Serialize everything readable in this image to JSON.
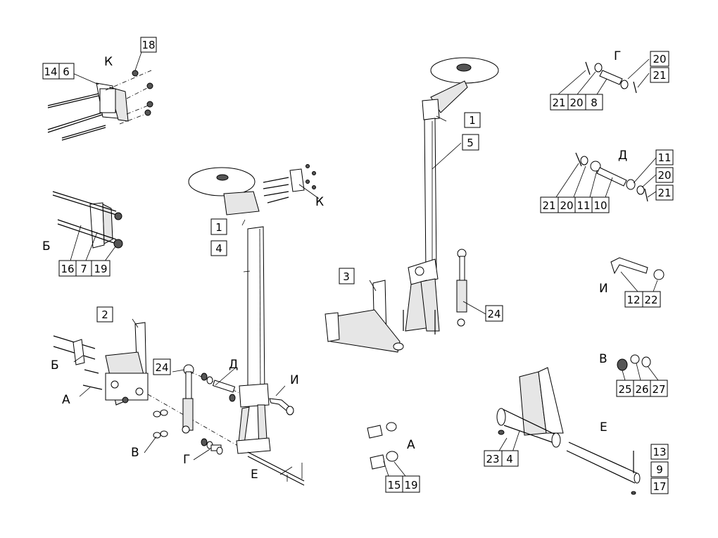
{
  "callouts": [
    {
      "id": "c14",
      "text": "14"
    },
    {
      "id": "c6",
      "text": "6"
    },
    {
      "id": "c18",
      "text": "18"
    },
    {
      "id": "c16",
      "text": "16"
    },
    {
      "id": "c7",
      "text": "7"
    },
    {
      "id": "c19a",
      "text": "19"
    },
    {
      "id": "c2",
      "text": "2"
    },
    {
      "id": "c24a",
      "text": "24"
    },
    {
      "id": "c1a",
      "text": "1"
    },
    {
      "id": "c4a",
      "text": "4"
    },
    {
      "id": "c1b",
      "text": "1"
    },
    {
      "id": "c5",
      "text": "5"
    },
    {
      "id": "c3",
      "text": "3"
    },
    {
      "id": "c24b",
      "text": "24"
    },
    {
      "id": "c15",
      "text": "15"
    },
    {
      "id": "c19b",
      "text": "19"
    },
    {
      "id": "c23",
      "text": "23"
    },
    {
      "id": "c4b",
      "text": "4"
    },
    {
      "id": "c13",
      "text": "13"
    },
    {
      "id": "c9",
      "text": "9"
    },
    {
      "id": "c17",
      "text": "17"
    },
    {
      "id": "c20a",
      "text": "20"
    },
    {
      "id": "c21a",
      "text": "21"
    },
    {
      "id": "c21b",
      "text": "21"
    },
    {
      "id": "c20b",
      "text": "20"
    },
    {
      "id": "c8",
      "text": "8"
    },
    {
      "id": "c11a",
      "text": "11"
    },
    {
      "id": "c20c",
      "text": "20"
    },
    {
      "id": "c21c",
      "text": "21"
    },
    {
      "id": "c21d",
      "text": "21"
    },
    {
      "id": "c20d",
      "text": "20"
    },
    {
      "id": "c11b",
      "text": "11"
    },
    {
      "id": "c10",
      "text": "10"
    },
    {
      "id": "c12",
      "text": "12"
    },
    {
      "id": "c22",
      "text": "22"
    },
    {
      "id": "c25",
      "text": "25"
    },
    {
      "id": "c26",
      "text": "26"
    },
    {
      "id": "c27",
      "text": "27"
    }
  ],
  "views": [
    {
      "id": "v_k1",
      "text": "К"
    },
    {
      "id": "v_k2",
      "text": "К"
    },
    {
      "id": "v_b1",
      "text": "Б"
    },
    {
      "id": "v_b2",
      "text": "Б"
    },
    {
      "id": "v_a1",
      "text": "А"
    },
    {
      "id": "v_a2",
      "text": "А"
    },
    {
      "id": "v_v1",
      "text": "В"
    },
    {
      "id": "v_v2",
      "text": "В"
    },
    {
      "id": "v_g1",
      "text": "Г"
    },
    {
      "id": "v_g2",
      "text": "Г"
    },
    {
      "id": "v_d1",
      "text": "Д"
    },
    {
      "id": "v_d2",
      "text": "Д"
    },
    {
      "id": "v_e1",
      "text": "Е"
    },
    {
      "id": "v_e2",
      "text": "Е"
    },
    {
      "id": "v_i1",
      "text": "И"
    },
    {
      "id": "v_i2",
      "text": "И"
    }
  ]
}
